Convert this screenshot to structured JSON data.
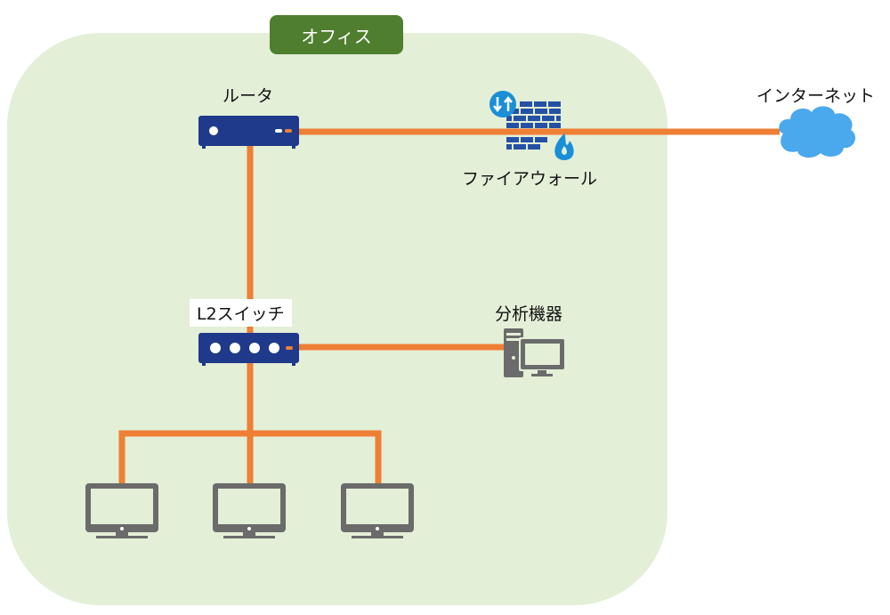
{
  "diagram": {
    "office_label": "オフィス",
    "router_label": "ルータ",
    "firewall_label": "ファイアウォール",
    "internet_label": "インターネット",
    "switch_label": "L2スイッチ",
    "analyzer_label": "分析機器"
  },
  "colors": {
    "office_bg": "#e3efd7",
    "office_tag": "#4f7e2f",
    "cable": "#ee7f35",
    "device_navy": "#1f3a8a",
    "firewall_blue": "#2451a6",
    "accent_blue": "#1a8fd6",
    "cloud_blue": "#4aa8ec",
    "monitor_gray": "#6b6b6b"
  }
}
